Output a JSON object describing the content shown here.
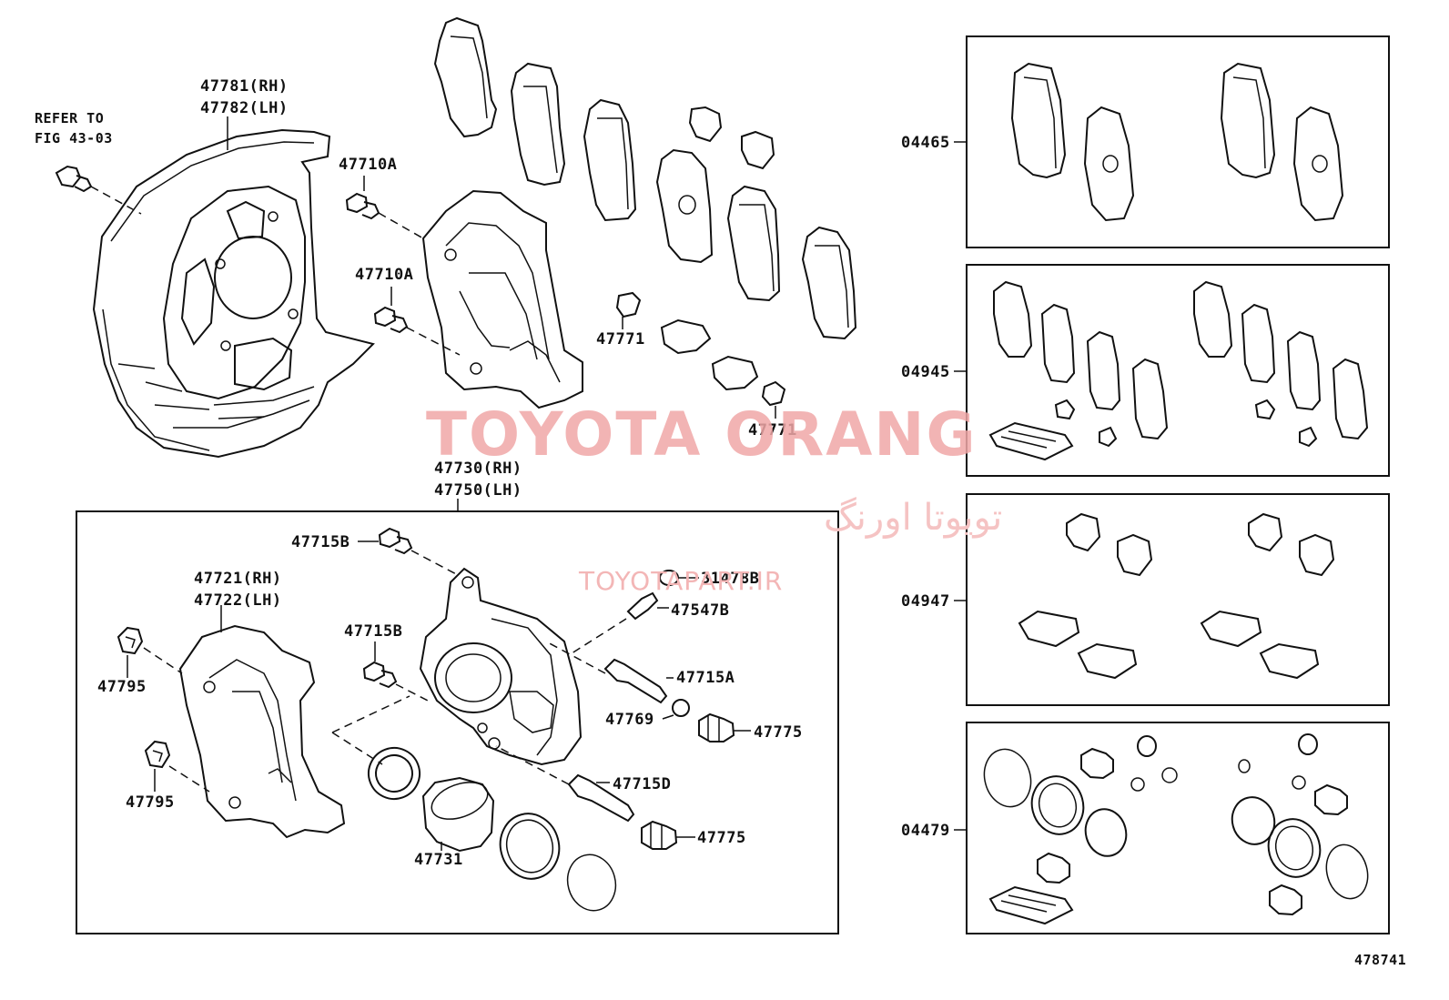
{
  "diagram": {
    "refer_to": [
      "REFER TO",
      "FIG 43-03"
    ],
    "labels": {
      "p47781": "47781(RH)",
      "p47782": "47782(LH)",
      "p47710a_1": "47710A",
      "p47710a_2": "47710A",
      "p47771_1": "47771",
      "p47771_2": "47771",
      "p47730": "47730(RH)",
      "p47750": "47750(LH)",
      "p47715b_1": "47715B",
      "p47715b_2": "47715B",
      "p31478b": "31478B",
      "p47547b": "47547B",
      "p47721": "47721(RH)",
      "p47722": "47722(LH)",
      "p47795_1": "47795",
      "p47795_2": "47795",
      "p47715a": "47715A",
      "p47769": "47769",
      "p47775_1": "47775",
      "p47775_2": "47775",
      "p47715d": "47715D",
      "p47731": "47731"
    },
    "kits": [
      {
        "code": "04465"
      },
      {
        "code": "04945"
      },
      {
        "code": "04947"
      },
      {
        "code": "04479"
      }
    ],
    "figure_number": "478741"
  },
  "watermark": {
    "brand": "TOYOTA ORANG",
    "brand_fa": "تویوتا اورنگ",
    "site": "TOYOTAPART.IR"
  }
}
